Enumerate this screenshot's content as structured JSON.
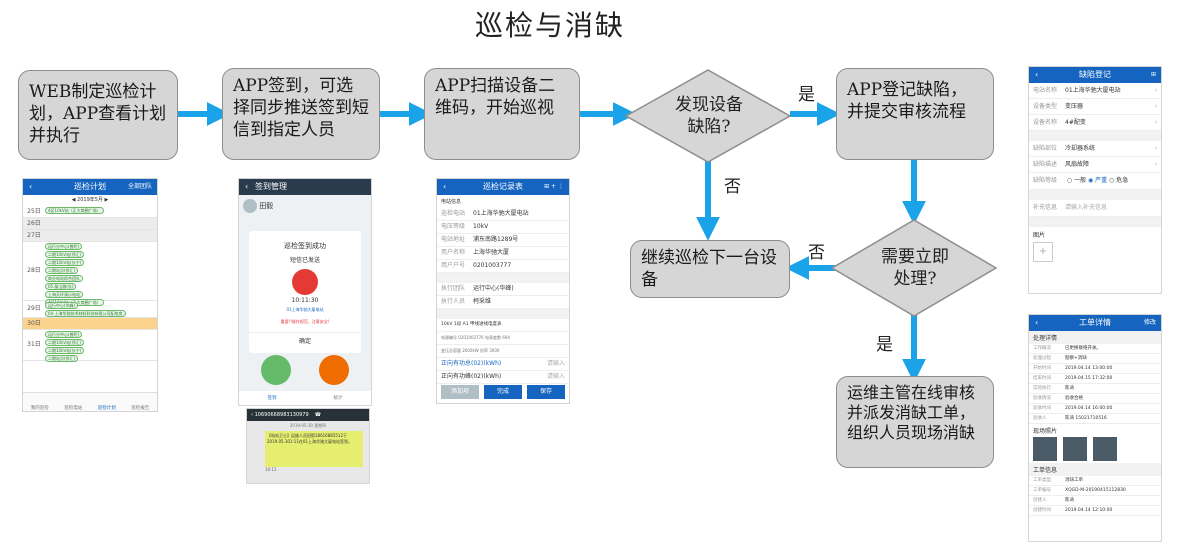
{
  "title": "巡检与消缺",
  "nodes": {
    "web_plan": "WEB制定巡检计划，APP查看计划并执行",
    "app_signin": "APP签到，可选择同步推送签到短信到指定人员",
    "app_scan": "APP扫描设备二维码，开始巡视",
    "found_defect": "发现设备缺陷?",
    "app_register": "APP登记缺陷，并提交审核流程",
    "continue": "继续巡检下一台设备",
    "need_now": "需要立即处理?",
    "supervisor": "运维主管在线审核并派发消缺工单，组织人员现场消缺"
  },
  "edges": {
    "yes1": "是",
    "no1": "否",
    "no2": "否",
    "yes2": "是"
  },
  "colors": {
    "arrow": "#1aa3e8",
    "box_fill": "#d6d6d6",
    "box_border": "#8d8d8d",
    "app_blue": "#1565c0"
  },
  "phone1": {
    "header": "巡检计划",
    "header_right": "全部团队",
    "month": "2019年5月",
    "days": [
      {
        "day": "25日",
        "items": [
          "4区10kV站（正大商圈广场）"
        ]
      },
      {
        "day": "26日",
        "items": []
      },
      {
        "day": "27日",
        "items": []
      },
      {
        "day": "28日",
        "items": [
          "运行分中心(普陀)",
          "二期10kV站(徐汇)",
          "二期10kV站(长宁)",
          "二期站点(徐汇)",
          "商业电站综合团队",
          "05.厦山路(长)",
          "上海天环演示电站",
          "4区10kV站（正大商圈广场）"
        ]
      },
      {
        "day": "29日",
        "items": [
          "运行中心(华峰)",
          "04-上海华驰技术材料科技有限公司配电房"
        ]
      },
      {
        "day": "30日",
        "items": []
      },
      {
        "day": "31日",
        "items": [
          "运行分中心(普陀)",
          "二期10kV站(徐汇)",
          "二期10kV站(长宁)",
          "二期站点(徐汇)"
        ]
      }
    ],
    "tabs": [
      "我的巡检",
      "巡检电站",
      "巡检计划",
      "巡检报告"
    ]
  },
  "phone2": {
    "header": "签到管理",
    "user": "田毅",
    "dialog_title": "巡检签到成功",
    "dialog_sub": "短信已发送",
    "time": "10:11:30",
    "place": "01上海华驰大厦电站",
    "warn": "重要!!操作规范，注意安全!",
    "ok": "确定",
    "tabs": [
      "签到",
      "统计"
    ]
  },
  "sms": {
    "number": "10690668983130979",
    "date": "2019-05-30 星期四",
    "text": "【电站卫士】运维人员田毅18616885512于2019.05.301:11在01上海华驰大厦电站签到。",
    "time": "10:11"
  },
  "phone3": {
    "header": "巡检记录表",
    "section": "电站信息",
    "info": [
      {
        "k": "巡检电站",
        "v": "01上海华驰大厦电站"
      },
      {
        "k": "电压等级",
        "v": "10kV"
      },
      {
        "k": "电站地址",
        "v": "浦东南路1289号"
      },
      {
        "k": "用户名称",
        "v": "上海华驰大厦"
      },
      {
        "k": "用户户号",
        "v": "0201003777"
      }
    ],
    "team_k": "执行团队",
    "team_v": "运行中心(华峰)",
    "person_k": "执行人员",
    "person_v": "柯采维",
    "device": "10kV 1段 A1 甲线进线电度表",
    "meter": "电源编号 0201003776   电表度数 694",
    "cap": "变压总容量 2600kW   倍率 3000",
    "read1": "正向有功总(02)(kWh)",
    "read2": "正向有功峰(02)(kWh)",
    "input": "请输入",
    "btns": [
      "添加项",
      "完成",
      "保存"
    ]
  },
  "phone4": {
    "header": "缺陷登记",
    "rows": [
      {
        "k": "电站名称",
        "v": "01上海华驰大厦电站"
      },
      {
        "k": "设备类型",
        "v": "变压器"
      },
      {
        "k": "设备名称",
        "v": "4#配变"
      },
      {
        "k": "缺陷部位",
        "v": "冷却器系统"
      },
      {
        "k": "缺陷描述",
        "v": "风扇故障"
      }
    ],
    "level_k": "缺陷等级",
    "levels": [
      "一般",
      "严重",
      "危急"
    ],
    "extra_k": "补充信息",
    "extra_v": "请输入补充信息",
    "photo": "图片"
  },
  "phone5": {
    "header": "工单详情",
    "header_right": "修改",
    "section": "处理详情",
    "rows": [
      {
        "k": "工作概况",
        "v": "已更换联络开关。"
      },
      {
        "k": "处理过程",
        "v": "勘察+消缺"
      },
      {
        "k": "开始时间",
        "v": "2019.04.14 13:00:00"
      },
      {
        "k": "结束时间",
        "v": "2019.04.15 17:32:00"
      },
      {
        "k": "实际执行",
        "v": "陈涛"
      },
      {
        "k": "验收情况",
        "v": "验收合格"
      },
      {
        "k": "验收时间",
        "v": "2019.04.14 16:00:00"
      },
      {
        "k": "验收人",
        "v": "陈涛 15021710516"
      }
    ],
    "photo": "现场照片",
    "section2": "工单信息",
    "rows2": [
      {
        "k": "工单类型",
        "v": "消缺工单"
      },
      {
        "k": "工单编号",
        "v": "XQGD-M-20190415112830"
      },
      {
        "k": "创建人",
        "v": "陈涛"
      },
      {
        "k": "创建时间",
        "v": "2019.04.14 12:10:00"
      }
    ]
  }
}
